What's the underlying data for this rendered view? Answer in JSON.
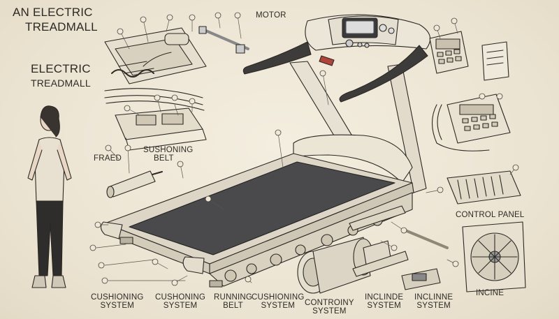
{
  "labels": {
    "title_line1": "AN ELECTRIC",
    "title_line2": "TREADMALL",
    "sub_line1": "ELECTRIC",
    "sub_line2": "TREADMALL",
    "motor": "MOTOR",
    "fraed": "FRAED",
    "shuhoning_line1": "SUSHONING",
    "shuhoning_line2": "BELT",
    "control_panel": "CONTROL PANEL",
    "incine": "INCINE"
  },
  "bottom_labels": [
    {
      "line1": "CUSHIONING",
      "line2": "SYSTEM"
    },
    {
      "line1": "CUSHONING",
      "line2": "SYSTEM"
    },
    {
      "line1": "RUNNING",
      "line2": "BELT"
    },
    {
      "line1": "CUSHIONING",
      "line2": "SYSTEM"
    },
    {
      "line1": "CONTROINY",
      "line2": "SYSTEM"
    },
    {
      "line1": "INCLINDE",
      "line2": "SYSTEM"
    },
    {
      "line1": "INCLINNE",
      "line2": "SYSTEM"
    }
  ],
  "colors": {
    "paper": "#efe8d8",
    "ink": "#2b2823",
    "belt": "#4a4a4c",
    "accent": "#b0443a"
  }
}
